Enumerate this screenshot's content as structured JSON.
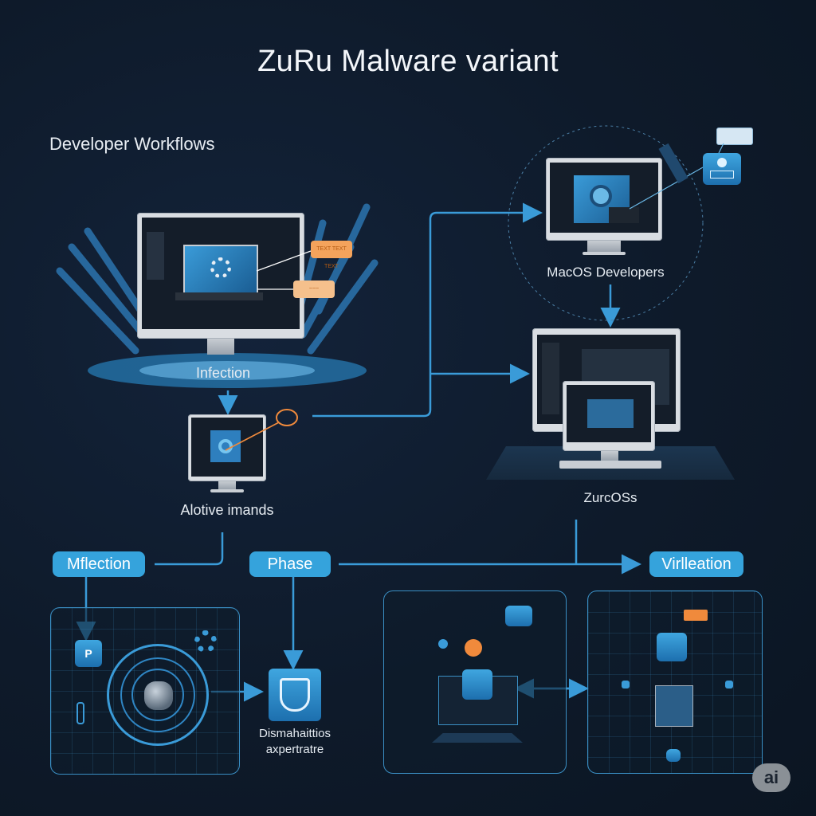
{
  "title": "ZuRu Malware variant",
  "section_label": "Developer Workflows",
  "nodes": {
    "infection": {
      "label": "Infection",
      "tag1": "TEXT TEXT TEXT",
      "tag2": "~~~"
    },
    "active_commands": {
      "label": "Alotive imands"
    },
    "macos_developers": {
      "label": "MacOS Developers"
    },
    "zurcoss": {
      "label": "ZurcOSs"
    },
    "dismahaitios": {
      "label_line1": "Dismahaittios",
      "label_line2": "axpertratre"
    }
  },
  "pills": {
    "mflection": "Mflection",
    "phase": "Phase",
    "virlleation": "Virlleation"
  },
  "badge": "ai",
  "colors": {
    "background": "#0e1a2a",
    "accent_blue": "#35a3dc",
    "line_blue": "#3a9bd8",
    "orange": "#f4a35c"
  }
}
